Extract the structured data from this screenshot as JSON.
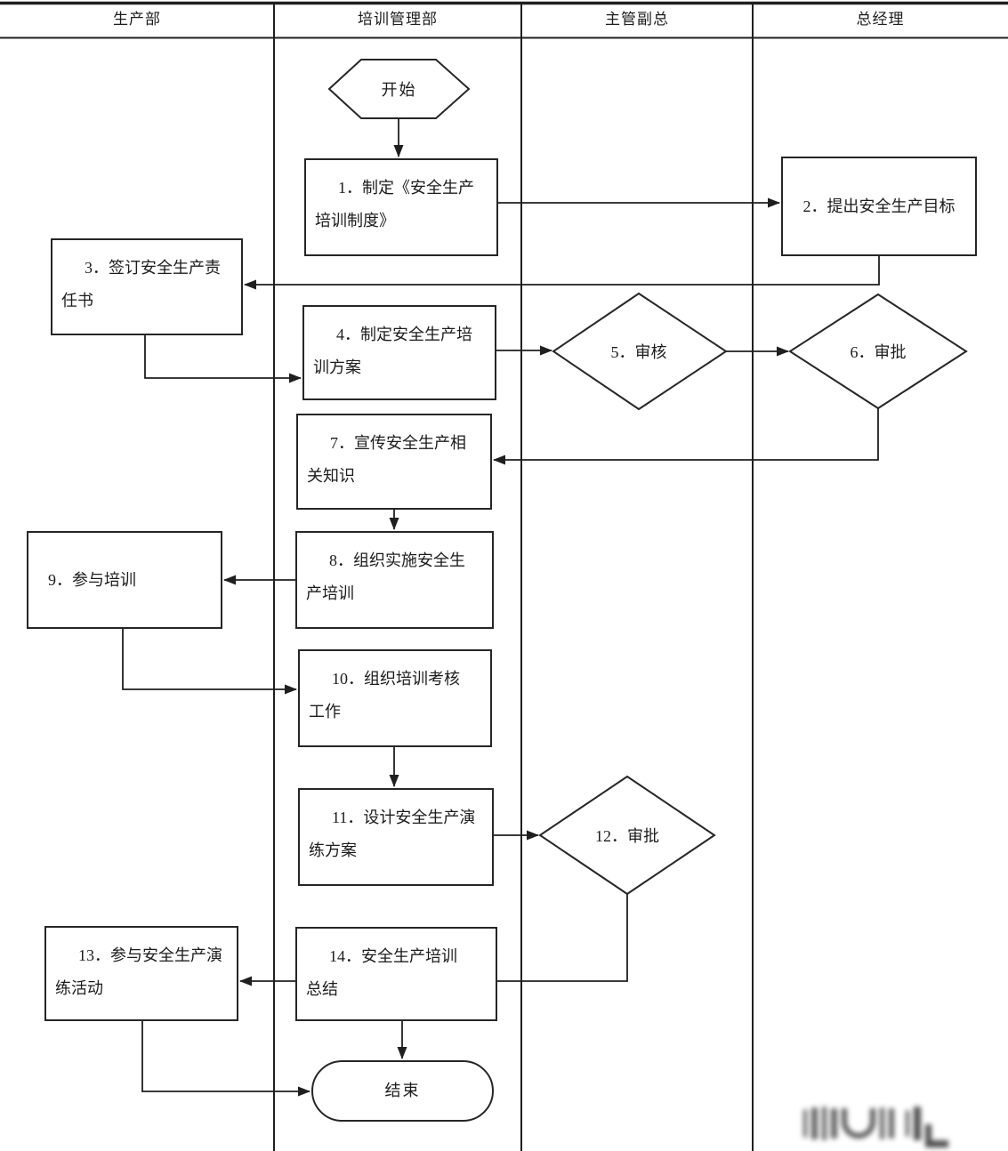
{
  "header": {
    "lanes": [
      "生产部",
      "培训管理部",
      "主管副总",
      "总经理"
    ]
  },
  "nodes": {
    "start": {
      "label": "开始",
      "type": "terminator"
    },
    "n1": {
      "label": "1．制定《安全生产\n培训制度》",
      "type": "process"
    },
    "n2": {
      "label": "2．提出安全生产目标",
      "type": "process"
    },
    "n3": {
      "label": "3．签订安全生产责\n任书",
      "type": "process"
    },
    "n4": {
      "label": "4．制定安全生产培\n训方案",
      "type": "process"
    },
    "n5": {
      "label": "5．审核",
      "type": "decision"
    },
    "n6": {
      "label": "6．审批",
      "type": "decision"
    },
    "n7": {
      "label": "7．宣传安全生产相\n关知识",
      "type": "process"
    },
    "n8": {
      "label": "8．组织实施安全生\n产培训",
      "type": "process"
    },
    "n9": {
      "label": "9．参与培训",
      "type": "process"
    },
    "n10": {
      "label": "10．组织培训考核\n工作",
      "type": "process"
    },
    "n11": {
      "label": "11．设计安全生产演\n练方案",
      "type": "process"
    },
    "n12": {
      "label": "12．审批",
      "type": "decision"
    },
    "n13": {
      "label": "13．参与安全生产演\n练活动",
      "type": "process"
    },
    "n14": {
      "label": "14．安全生产培训\n总结",
      "type": "process"
    },
    "end": {
      "label": "结束",
      "type": "terminator"
    }
  },
  "colors": {
    "line": "#1f1f1f",
    "background": "#ffffff",
    "text": "#1c1c1c"
  }
}
